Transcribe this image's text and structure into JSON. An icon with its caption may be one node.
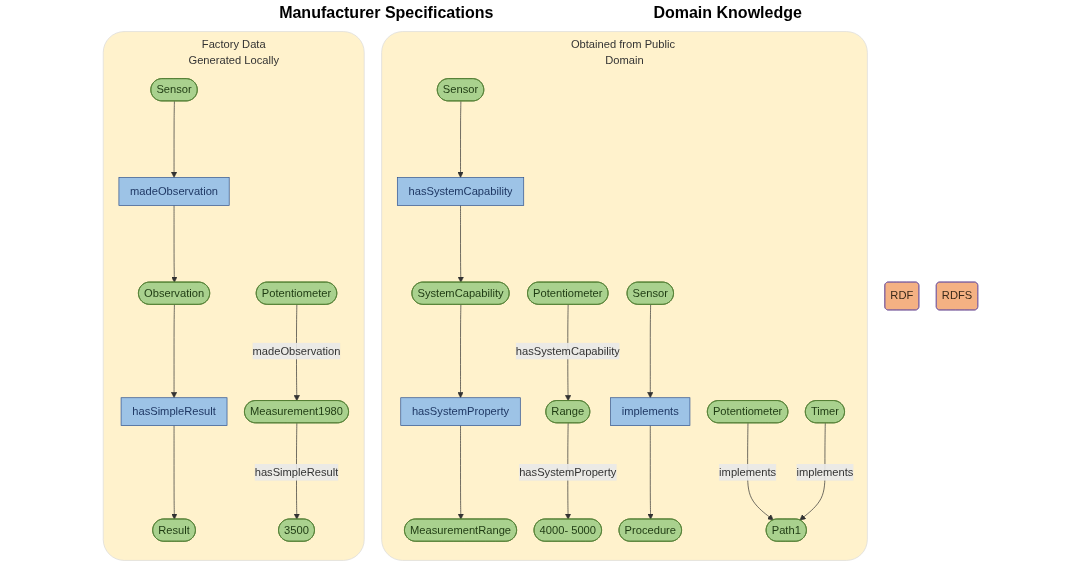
{
  "diagram": {
    "nodes": [
      {
        "text": [
          "Factory Data",
          "Generated Locally"
        ]
      },
      {
        "text": [
          "Sensor"
        ],
        "in": 0
      },
      {
        "text": [
          "madeObservation"
        ],
        "in": 0
      },
      {
        "text": [
          "Observation"
        ],
        "in": 0
      },
      {
        "text": [
          "hasSimpleResult"
        ],
        "in": 0
      },
      {
        "text": [
          "Result"
        ],
        "in": 0
      },
      {
        "text": [
          "Potentiometer"
        ],
        "in": 0
      },
      {
        "text": [
          "Measurement1980"
        ],
        "in": 0
      },
      {
        "text": [
          "3500"
        ],
        "in": 0
      },
      {
        "text": [
          "Obtained from Public Domain"
        ]
      },
      {
        "text": [
          "Sensor"
        ],
        "in": 9
      },
      {
        "text": [
          "hasSystemCapability"
        ],
        "in": 9
      },
      {
        "text": [
          "SystemCapability"
        ],
        "in": 9
      },
      {
        "text": [
          "hasSystemProperty"
        ],
        "in": 9
      },
      {
        "text": [
          "MeasurementRange"
        ],
        "in": 9
      },
      {
        "text": [
          "Potentiometer"
        ],
        "in": 9
      },
      {
        "text": [
          "Range"
        ],
        "in": 9
      },
      {
        "text": [
          "4000- 5000"
        ],
        "in": 9
      },
      {
        "text": [
          "implements"
        ],
        "in": 9
      },
      {
        "text": [
          "Sensor"
        ],
        "in": 9
      },
      {
        "text": [
          "Procedure"
        ],
        "in": 9
      },
      {
        "text": [
          "Potentiometer"
        ],
        "in": 9
      },
      {
        "text": [
          "Timer"
        ],
        "in": 9
      },
      {
        "text": [
          "Path1"
        ],
        "in": 9
      },
      {
        "text": [
          "RDFS"
        ]
      },
      {
        "text": [
          "RDF"
        ]
      }
    ],
    "edges": [
      {
        "from": 1,
        "to": 2,
        "arrow": "to"
      },
      {
        "from": 2,
        "to": 3,
        "arrow": "to"
      },
      {
        "from": 3,
        "to": 4,
        "arrow": "to"
      },
      {
        "from": 4,
        "to": 5,
        "arrow": "to"
      },
      {
        "from": 6,
        "to": 7,
        "arrow": "to",
        "label": "madeObservation"
      },
      {
        "from": 7,
        "to": 8,
        "arrow": "to",
        "label": "hasSimpleResult"
      },
      {
        "from": 10,
        "to": 11,
        "arrow": "to"
      },
      {
        "from": 11,
        "to": 12,
        "arrow": "to"
      },
      {
        "from": 12,
        "to": 13,
        "arrow": "to"
      },
      {
        "from": 13,
        "to": 14,
        "arrow": "to"
      },
      {
        "from": 15,
        "to": 16,
        "arrow": "to",
        "label": "hasSystemCapability"
      },
      {
        "from": 16,
        "to": 17,
        "arrow": "to",
        "label": "hasSystemProperty"
      },
      {
        "from": 19,
        "to": 18,
        "arrow": "to"
      },
      {
        "from": 18,
        "to": 20,
        "arrow": "to"
      },
      {
        "from": 21,
        "to": 23,
        "arrow": "to",
        "label": "implements"
      },
      {
        "from": 22,
        "to": 23,
        "arrow": "to",
        "label": "implements"
      }
    ],
    "labels": [
      "Manufacturer Specifications",
      "Domain Knowledge"
    ]
  }
}
